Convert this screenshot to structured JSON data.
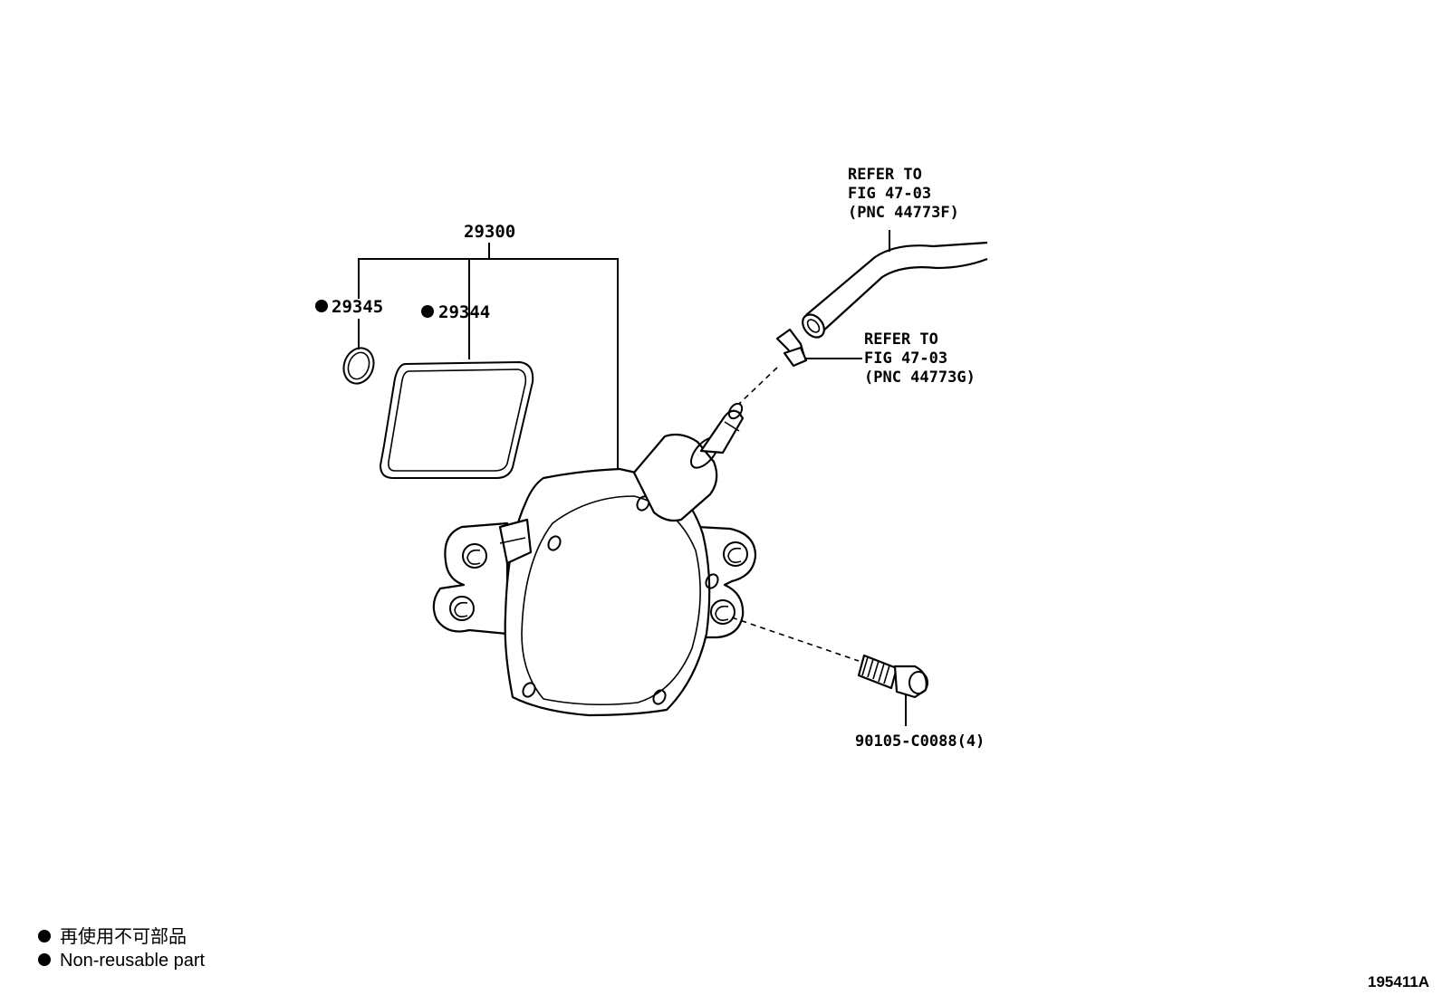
{
  "parts": {
    "assembly": "29300",
    "oring": "29345",
    "gasket": "29344",
    "bolt": "90105-C0088(4)"
  },
  "refs": {
    "hose": [
      "REFER TO",
      "FIG 47-03",
      "(PNC 44773F)"
    ],
    "clamp": [
      "REFER TO",
      "FIG 47-03",
      "(PNC 44773G)"
    ]
  },
  "legend": {
    "jp": "再使用不可部品",
    "en": "Non-reusable part"
  },
  "figure_id": "195411A"
}
